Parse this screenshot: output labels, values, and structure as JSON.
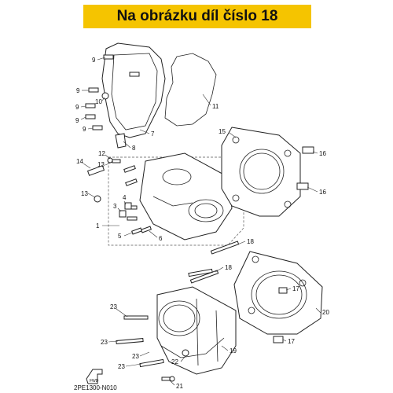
{
  "banner": {
    "text": "Na obrázku díl číslo 18",
    "color": "#f5c400"
  },
  "diagram_code": "2PE1300-N010",
  "fwd_label": "FWD",
  "callouts": {
    "c1": "1",
    "c3": "3",
    "c4": "4",
    "c5": "5",
    "c6": "6",
    "c7": "7",
    "c8": "8",
    "c9a": "9",
    "c9b": "9",
    "c9c": "9",
    "c9d": "9",
    "c9e": "9",
    "c10": "10",
    "c11": "11",
    "c12": "12",
    "c13": "13",
    "c14": "14",
    "c15": "15",
    "c16a": "16",
    "c16b": "16",
    "c17a": "17",
    "c17b": "17",
    "c18a": "18",
    "c18b": "18",
    "c19": "19",
    "c20": "20",
    "c21": "21",
    "c22": "22",
    "c23a": "23",
    "c23b": "23",
    "c23c": "23",
    "c23d": "23"
  }
}
